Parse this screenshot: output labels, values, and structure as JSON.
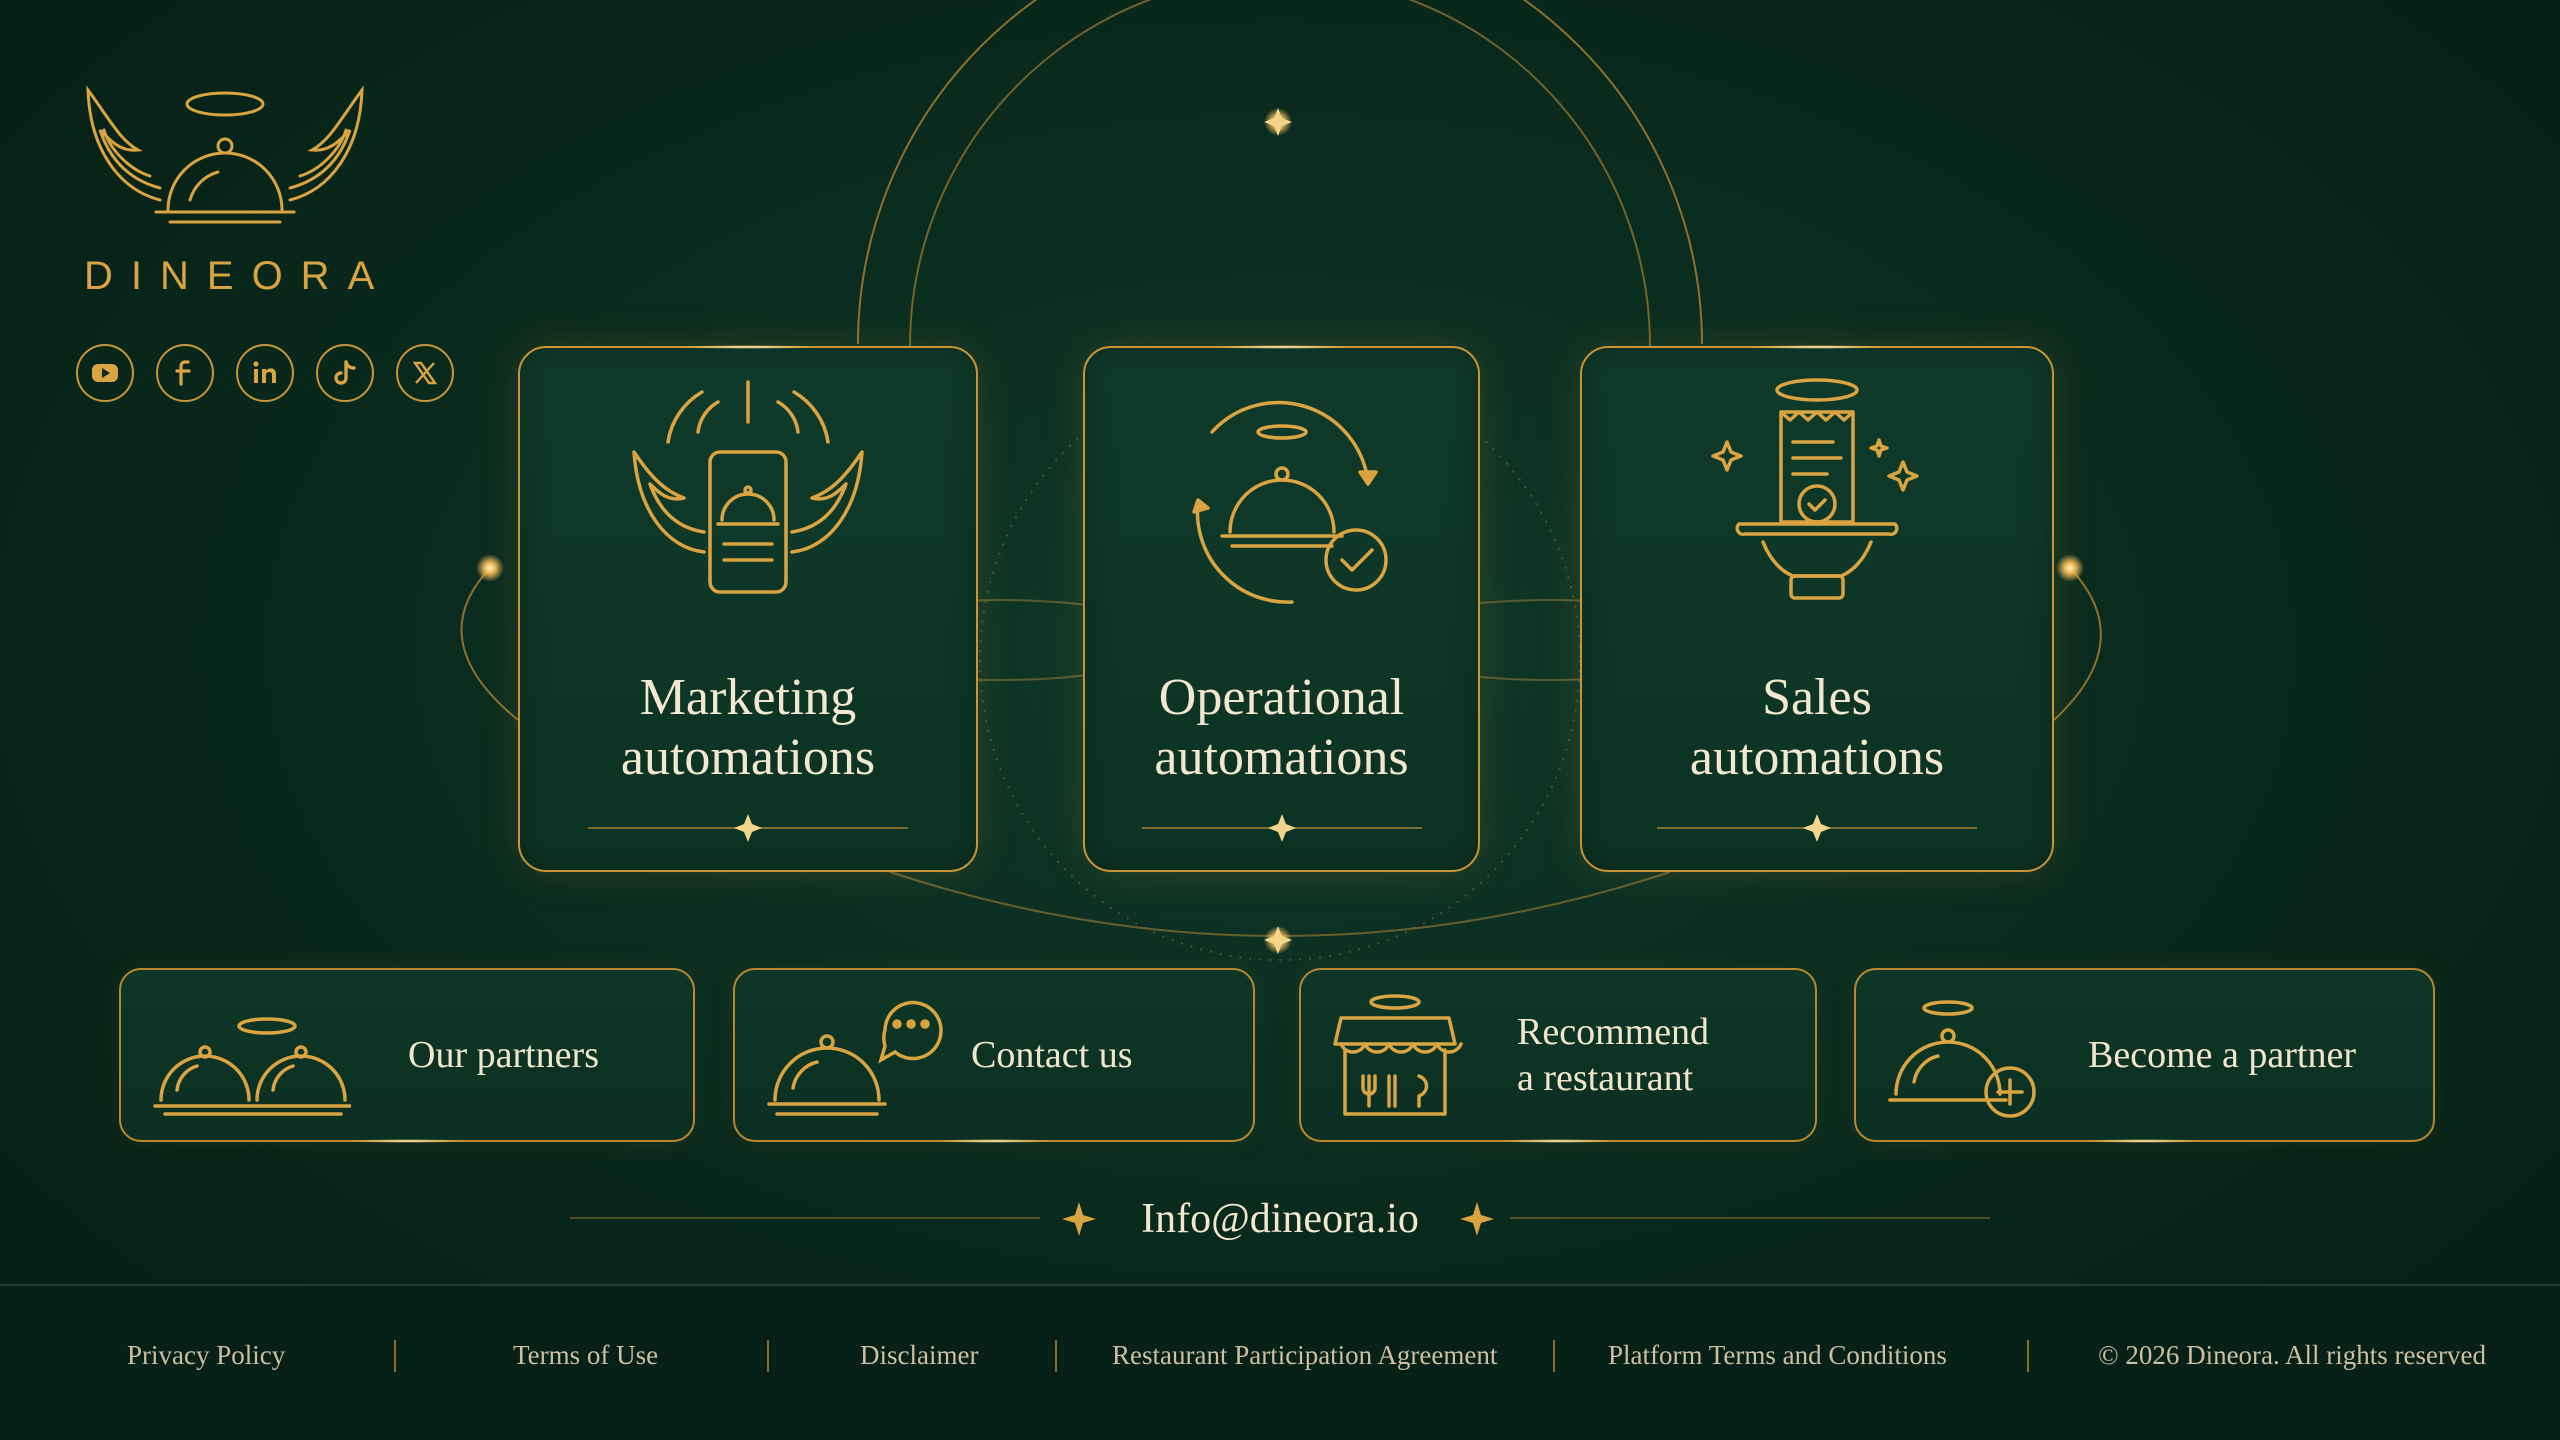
{
  "brand": {
    "name": "DINEORA",
    "logo_icon": "winged-cloche-halo-icon"
  },
  "socials": [
    {
      "name": "youtube",
      "icon": "youtube-icon"
    },
    {
      "name": "facebook",
      "icon": "facebook-icon"
    },
    {
      "name": "linkedin",
      "icon": "linkedin-icon"
    },
    {
      "name": "tiktok",
      "icon": "tiktok-icon"
    },
    {
      "name": "x",
      "icon": "x-icon"
    }
  ],
  "cards": {
    "marketing": {
      "title": "Marketing\nautomations",
      "icon": "winged-phone-cloche-icon"
    },
    "operational": {
      "title": "Operational\nautomations",
      "icon": "cycle-cloche-check-icon"
    },
    "sales": {
      "title": "Sales\nautomations",
      "icon": "hand-tray-receipt-icon"
    }
  },
  "links": {
    "partners": {
      "label": "Our partners",
      "icon": "two-cloches-icon"
    },
    "contact": {
      "label": "Contact us",
      "icon": "cloche-chat-icon"
    },
    "recommend": {
      "label": "Recommend\na restaurant",
      "icon": "storefront-icon"
    },
    "become": {
      "label": "Become a partner",
      "icon": "cloche-plus-icon"
    }
  },
  "contact": {
    "email": "Info@dineora.io"
  },
  "footer": {
    "links": [
      "Privacy Policy",
      "Terms of Use",
      "Disclaimer",
      "Restaurant Participation Agreement",
      "Platform Terms and Conditions"
    ],
    "copyright": "© 2026 Dineora. All rights reserved"
  },
  "colors": {
    "background": "#0b2e21",
    "accent_gold": "#d9a441",
    "text_cream": "#f1e6cc"
  }
}
